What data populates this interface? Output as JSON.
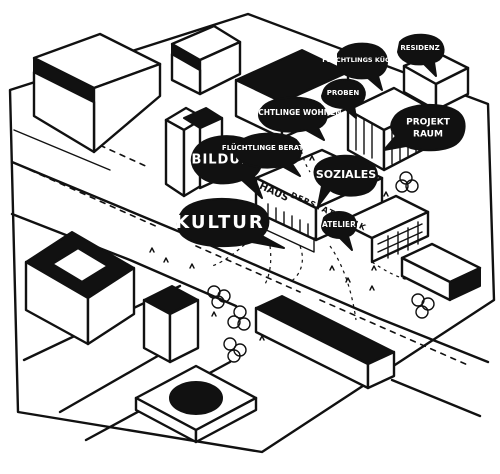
{
  "colors": {
    "ink": "#111111",
    "paper": "#ffffff"
  },
  "bubbles": {
    "kultur": "KULTUR",
    "bildung": "BILDUNG",
    "soziales": "SOZIALES",
    "atelier": "ATELIER",
    "fluechtlinge_beraten": "FLÜCHTLINGE BERATEN",
    "fluechtlinge_wohnen": "FLÜCHTLINGE WOHNEN",
    "fluechtlings_kueche": "FLÜCHTLINGS KÜCHE",
    "proben": "PROBEN",
    "residenz": "RESIDENZ",
    "projekt_raum": "PROJEKT RAUM"
  },
  "facade": {
    "haus": "HAUS",
    "der_statistik_letters": [
      "D",
      "E",
      "R",
      "S",
      "T",
      "A",
      "T",
      "I",
      "S",
      "T",
      "I",
      "K"
    ]
  }
}
